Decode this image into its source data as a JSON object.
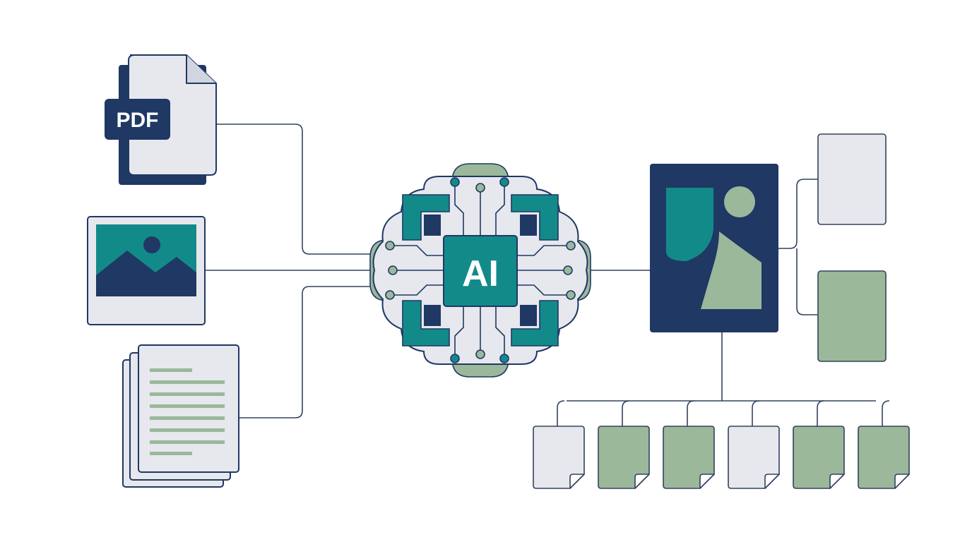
{
  "labels": {
    "pdf": "PDF",
    "ai": "AI"
  },
  "icons": {
    "pdf_document": "pdf-document-icon",
    "image": "image-icon",
    "text_document": "text-document-stack-icon",
    "ai_chip": "ai-chip-icon",
    "structured_output": "structured-document-icon",
    "output_page": "document-page-icon"
  },
  "colors": {
    "navy": "#1f3864",
    "teal": "#138a8a",
    "sage": "#9bb89b",
    "paper": "#e6e8ee",
    "line": "#34425e"
  },
  "side_outputs": [
    {
      "fill": "light"
    },
    {
      "fill": "green"
    }
  ],
  "bottom_outputs": [
    {
      "fill": "light"
    },
    {
      "fill": "green"
    },
    {
      "fill": "green"
    },
    {
      "fill": "light"
    },
    {
      "fill": "green"
    },
    {
      "fill": "green"
    }
  ]
}
